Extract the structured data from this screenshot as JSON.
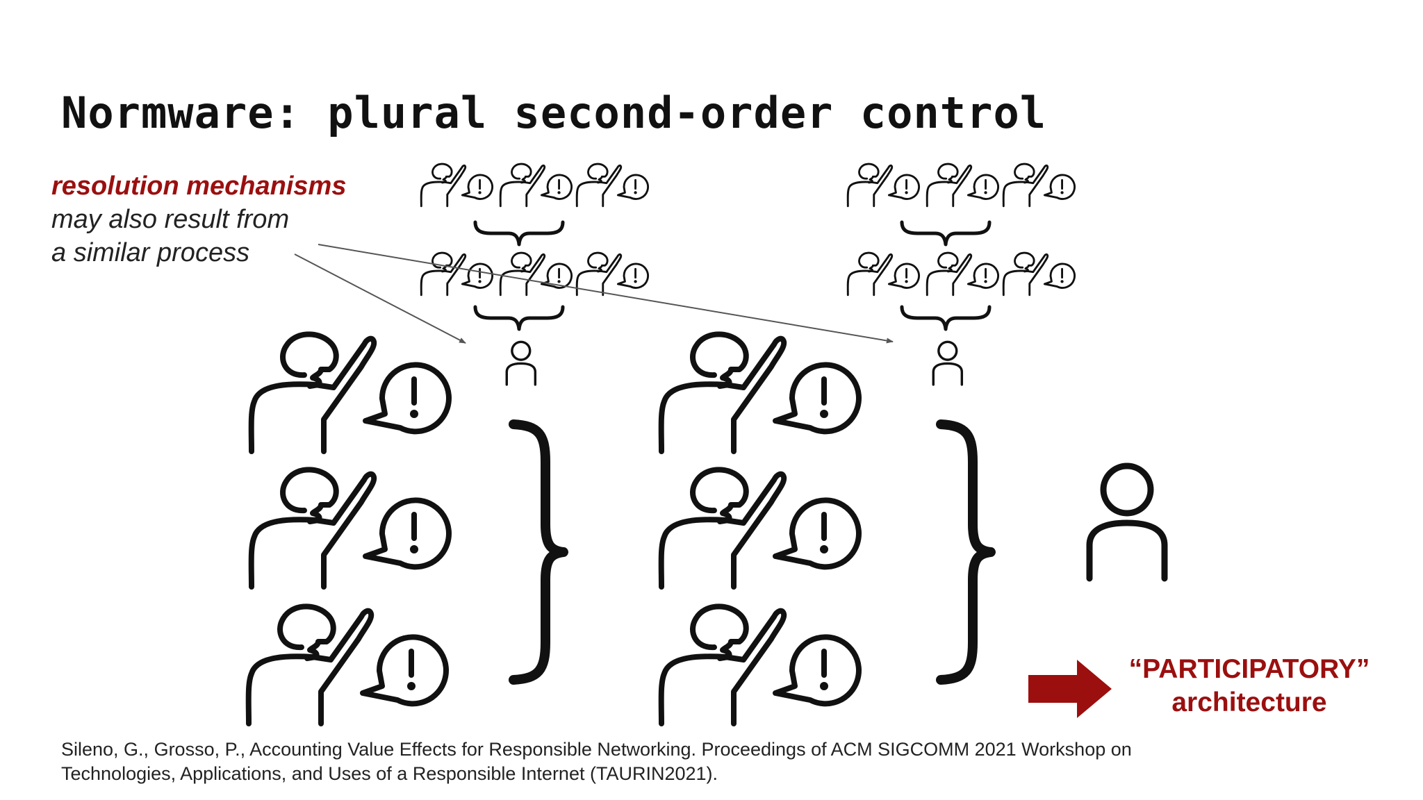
{
  "slide": {
    "title": "Normware: plural second-order control",
    "annotation": {
      "highlight": "resolution mechanisms",
      "line2": "may also result from",
      "line3": "a similar process"
    },
    "result": {
      "line1": "“PARTICIPATORY”",
      "line2": "architecture"
    },
    "citation": {
      "line1": "Sileno, G., Grosso, P., Accounting Value Effects for Responsible Networking. Proceedings of ACM SIGCOMM 2021 Workshop on",
      "line2": "Technologies, Applications, and Uses of a Responsible Internet (TAURIN2021)."
    },
    "icons": {
      "participant": "raised-hand-person-with-exclamation-bubble-icon",
      "resolver": "person-icon",
      "grouping": "curly-brace-icon",
      "arrow": "right-arrow-icon"
    },
    "colors": {
      "accent": "#9b0f0f",
      "ink": "#111111",
      "pointer": "#555555"
    }
  }
}
